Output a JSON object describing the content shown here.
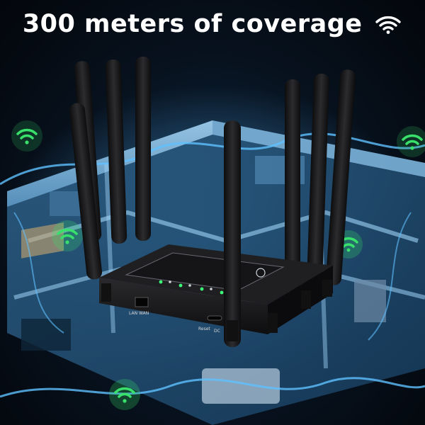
{
  "headline": "300 meters of coverage",
  "router": {
    "port_label": "LAN WAN",
    "reset_label": "Reset",
    "dc_label": "DC"
  },
  "icons": [
    "wifi-icon"
  ],
  "colors": {
    "headline_text": "#ffffff",
    "coverage_glow": "#3fa9ff",
    "signal_green": "#39e06b",
    "router_body": "#1b1b1d",
    "led_green": "#3cff7a"
  }
}
